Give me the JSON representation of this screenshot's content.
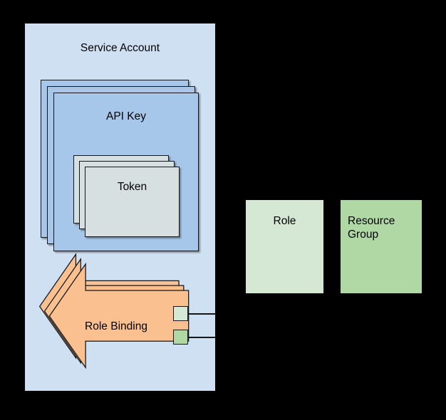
{
  "diagram": {
    "title": "Service Account",
    "background_color": "#000000",
    "nodes": {
      "service_account": {
        "label": "Service Account",
        "color": "#cfe0f2",
        "type": "container"
      },
      "api_key": {
        "label": "API Key",
        "color": "#a7c7ea",
        "type": "stacked-card",
        "stack_count": 3
      },
      "token": {
        "label": "Token",
        "color": "#d6e0e0",
        "type": "stacked-card",
        "stack_count": 3
      },
      "role_binding": {
        "label": "Role Binding",
        "color": "#fac08f",
        "type": "stacked-arrow-left",
        "stack_count": 3
      },
      "role": {
        "label": "Role",
        "color": "#d5e8d4",
        "type": "box"
      },
      "resource_group": {
        "label": "Resource\nGroup",
        "color": "#b0d8a4",
        "type": "box"
      }
    },
    "ports": {
      "role_port": {
        "name": "role-port",
        "color": "#d5e8d4"
      },
      "resource_port": {
        "name": "resource-group-port",
        "color": "#b0d8a4"
      }
    },
    "edges": [
      {
        "name": "role-binding-to-role",
        "from": "role_binding.role_port",
        "to": "role",
        "color": "#15171a"
      },
      {
        "name": "role-binding-to-resource-group",
        "from": "role_binding.resource_port",
        "to": "resource_group",
        "color": "#15171a"
      }
    ]
  }
}
